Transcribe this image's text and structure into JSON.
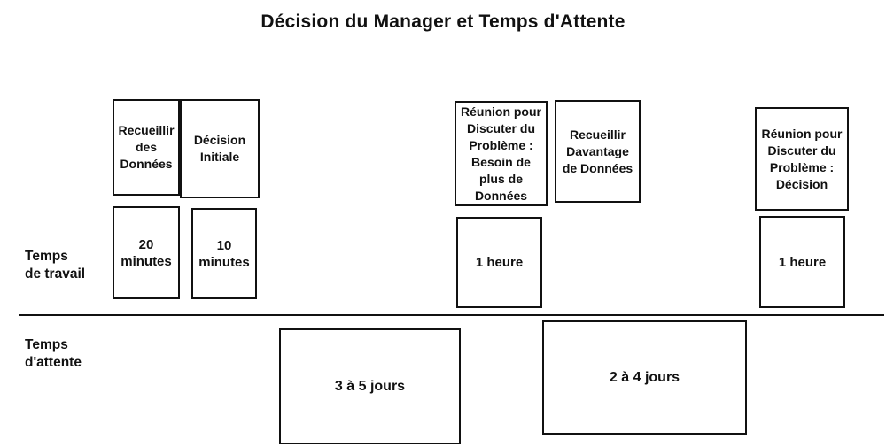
{
  "title": "Décision du Manager et Temps d'Attente",
  "colors": {
    "ink": "#111111",
    "background": "#ffffff"
  },
  "row_labels": {
    "work_time": "Temps\nde travail",
    "wait_time": "Temps\nd'attente"
  },
  "task_boxes": [
    {
      "label": "Recueillir\ndes\nDonnées"
    },
    {
      "label": "Décision\nInitiale"
    },
    {
      "label": "Réunion pour\nDiscuter du\nProblème :\nBesoin de\nplus de\nDonnées"
    },
    {
      "label": "Recueillir\nDavantage\nde Données"
    },
    {
      "label": "Réunion pour\nDiscuter du\nProblème :\nDécision"
    }
  ],
  "work_time_boxes": [
    {
      "label": "20\nminutes"
    },
    {
      "label": "10\nminutes"
    },
    {
      "label": "1 heure"
    },
    {
      "label": "1 heure"
    }
  ],
  "wait_time_boxes": [
    {
      "label": "3 à 5 jours"
    },
    {
      "label": "2 à 4 jours"
    }
  ]
}
